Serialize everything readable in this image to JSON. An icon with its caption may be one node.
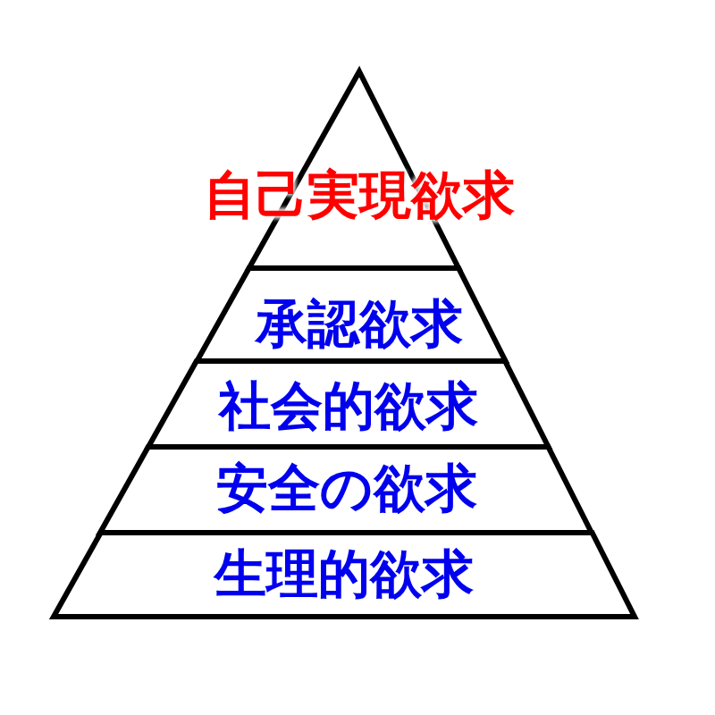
{
  "diagram": {
    "nodes": [
      {
        "text": [
          "自己実現欲求"
        ]
      },
      {
        "text": [
          "承認欲求"
        ]
      },
      {
        "text": [
          "社会的欲求"
        ]
      },
      {
        "text": [
          "安全の欲求"
        ]
      },
      {
        "text": [
          "生理的欲求"
        ]
      }
    ]
  }
}
